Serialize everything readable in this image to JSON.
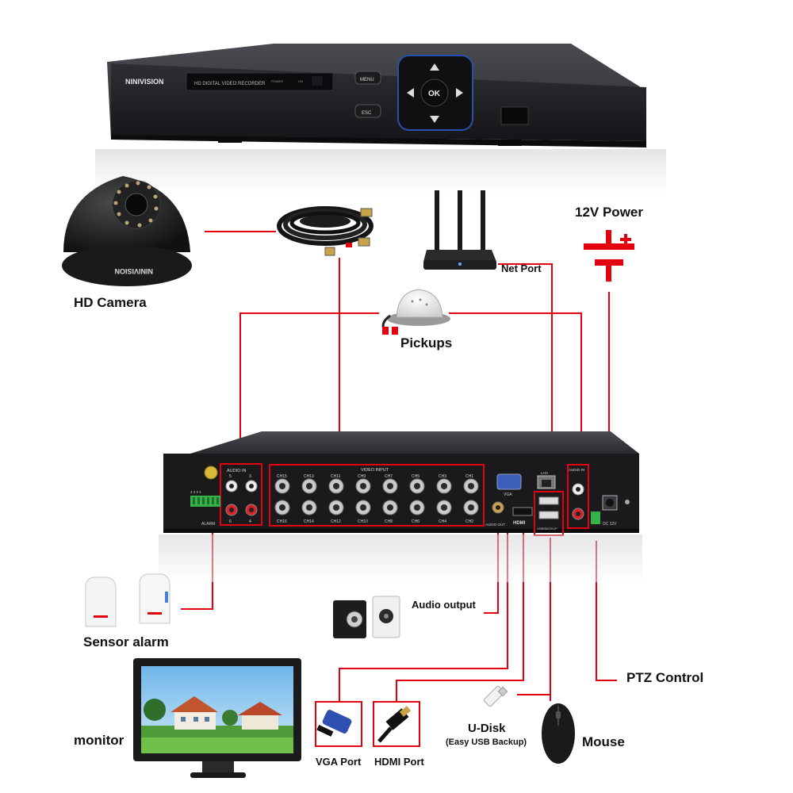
{
  "colors": {
    "wire": "#e3000f",
    "device_body": "#2b2b2e",
    "device_front": "#1c1c1f",
    "port_gold": "#c9a24a",
    "label_text": "#111111"
  },
  "front_unit": {
    "brand": "NINIVISION",
    "model_text": "HD DIGITAL VIDEO RECORDER",
    "power_text": "POWER",
    "on_text": "ON",
    "menu_label": "MENU",
    "esc_label": "ESC",
    "ok_label": "OK"
  },
  "camera": {
    "brand": "NINIVISION"
  },
  "rear_panel": {
    "audio_in_left": "AUDIO IN",
    "video_input": "VIDEO INPUT",
    "audio_in_right": "AUDIO IN",
    "channels_top": [
      "CH15",
      "CH13",
      "CH11",
      "CH9",
      "CH7",
      "CH5",
      "CH3",
      "CH1"
    ],
    "channels_bottom": [
      "CH16",
      "CH14",
      "CH12",
      "CH10",
      "CH8",
      "CH6",
      "CH4",
      "CH2"
    ],
    "alarm_text": "ALARM",
    "vga_text": "VGA",
    "lan_text": "LAN",
    "audio_out_text": "AUDIO OUT",
    "hdmi_text": "HDMI",
    "usb_text": "USB/BACKUP",
    "dc_text": "DC 12V",
    "audio_nums_top": [
      "5",
      "3"
    ],
    "audio_nums_bottom": [
      "6",
      "4"
    ]
  },
  "labels": {
    "hd_camera": "HD Camera",
    "power": "12V Power",
    "net_port": "Net Port",
    "pickups": "Pickups",
    "sensor_alarm": "Sensor alarm",
    "audio_output": "Audio output",
    "ptz_control": "PTZ Control",
    "monitor": "monitor",
    "vga_port": "VGA Port",
    "hdmi_port": "HDMI Port",
    "u_disk": "U-Disk",
    "u_disk_sub": "(Easy USB Backup)",
    "mouse": "Mouse"
  }
}
